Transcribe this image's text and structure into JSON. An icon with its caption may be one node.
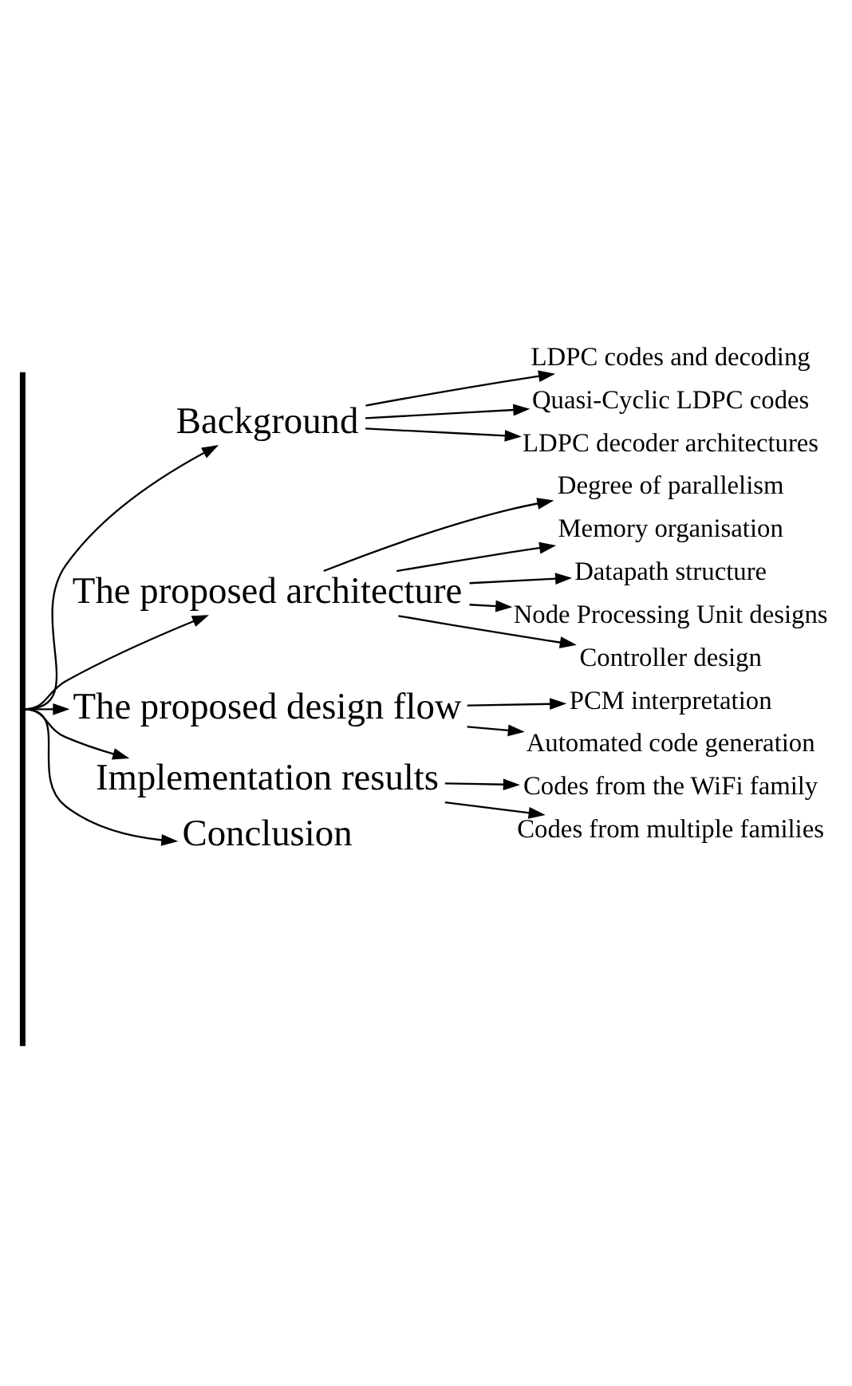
{
  "diagram": {
    "nodes": [
      {
        "text": [],
        "shape": "bar"
      },
      {
        "text": [
          "Background"
        ]
      },
      {
        "text": [
          "LDPC codes and decoding"
        ]
      },
      {
        "text": [
          "Quasi-Cyclic LDPC codes"
        ]
      },
      {
        "text": [
          "LDPC decoder architectures"
        ]
      },
      {
        "text": [
          "The proposed architecture"
        ]
      },
      {
        "text": [
          "Degree of parallelism"
        ]
      },
      {
        "text": [
          "Memory organisation"
        ]
      },
      {
        "text": [
          "Datapath structure"
        ]
      },
      {
        "text": [
          "Node Processing Unit designs"
        ]
      },
      {
        "text": [
          "Controller design"
        ]
      },
      {
        "text": [
          "The proposed design flow"
        ]
      },
      {
        "text": [
          "PCM interpretation"
        ]
      },
      {
        "text": [
          "Automated code generation"
        ]
      },
      {
        "text": [
          "Implementation results"
        ]
      },
      {
        "text": [
          "Codes from the WiFi family"
        ]
      },
      {
        "text": [
          "Codes from multiple families"
        ]
      },
      {
        "text": [
          "Conclusion"
        ]
      }
    ],
    "edges": [
      {
        "from": 0,
        "to": 1,
        "arrow": "to"
      },
      {
        "from": 1,
        "to": 2,
        "arrow": "to"
      },
      {
        "from": 1,
        "to": 3,
        "arrow": "to"
      },
      {
        "from": 1,
        "to": 4,
        "arrow": "to"
      },
      {
        "from": 0,
        "to": 5,
        "arrow": "to"
      },
      {
        "from": 5,
        "to": 6,
        "arrow": "to"
      },
      {
        "from": 5,
        "to": 7,
        "arrow": "to"
      },
      {
        "from": 5,
        "to": 8,
        "arrow": "to"
      },
      {
        "from": 5,
        "to": 9,
        "arrow": "to"
      },
      {
        "from": 5,
        "to": 10,
        "arrow": "to"
      },
      {
        "from": 0,
        "to": 11,
        "arrow": "to"
      },
      {
        "from": 11,
        "to": 12,
        "arrow": "to"
      },
      {
        "from": 11,
        "to": 13,
        "arrow": "to"
      },
      {
        "from": 0,
        "to": 14,
        "arrow": "to"
      },
      {
        "from": 14,
        "to": 15,
        "arrow": "to"
      },
      {
        "from": 14,
        "to": 16,
        "arrow": "to"
      },
      {
        "from": 0,
        "to": 17,
        "arrow": "to"
      }
    ]
  }
}
